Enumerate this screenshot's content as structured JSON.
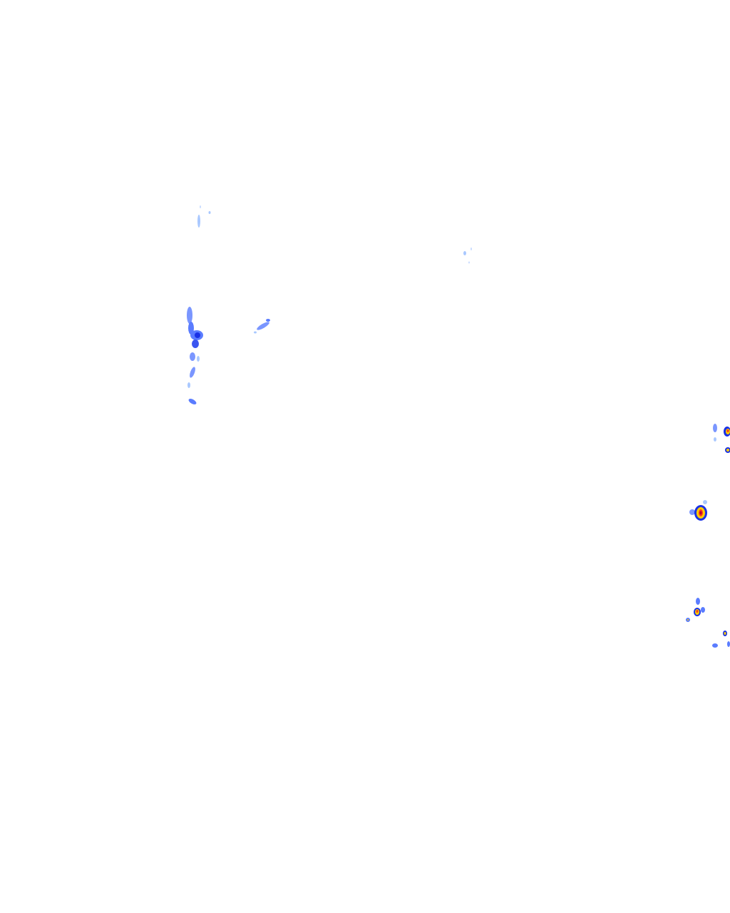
{
  "map": {
    "kind": "weather-radar-overlay",
    "background_color": "#ffffff",
    "reflectivity_palette": {
      "light": "#a9c8ff",
      "moderate": "#5a7cff",
      "heavy": "#1a32e6",
      "intense": "#ffcc00",
      "core": "#ff3b1a",
      "peak": "#b0003a"
    },
    "echoes": [
      {
        "id": "west-band-north",
        "intensity": "light"
      },
      {
        "id": "west-band-main",
        "intensity": "heavy"
      },
      {
        "id": "west-band-south",
        "intensity": "moderate"
      },
      {
        "id": "central-streak",
        "intensity": "moderate"
      },
      {
        "id": "north-central-speck",
        "intensity": "light"
      },
      {
        "id": "east-cell-upper",
        "intensity": "core"
      },
      {
        "id": "east-cell-middle",
        "intensity": "core"
      },
      {
        "id": "east-cell-lower",
        "intensity": "intense"
      },
      {
        "id": "east-cell-bottom",
        "intensity": "heavy"
      }
    ]
  }
}
